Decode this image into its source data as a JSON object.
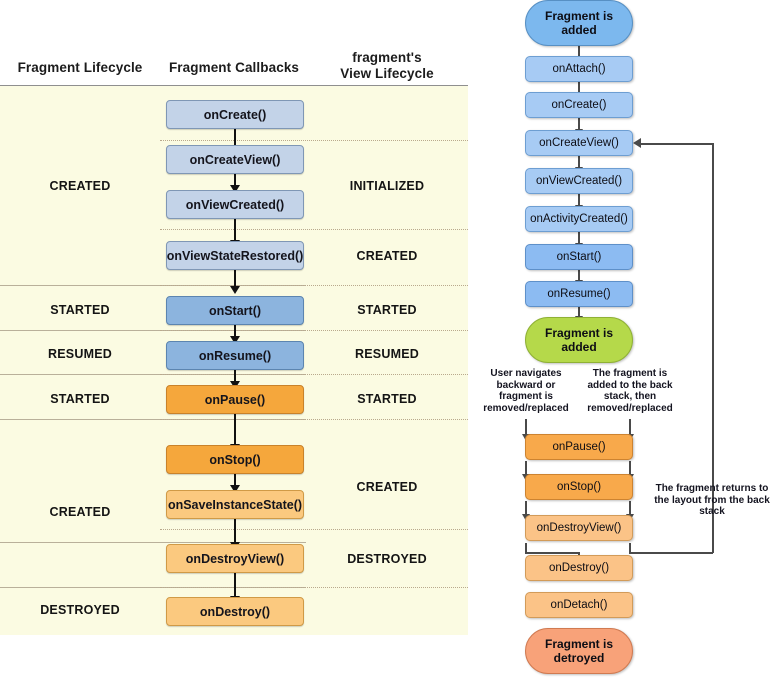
{
  "left_panel": {
    "headers": {
      "lifecycle": "Fragment Lifecycle",
      "callbacks": "Fragment Callbacks",
      "view_lifecycle_line1": "fragment's",
      "view_lifecycle_line2": "View Lifecycle"
    },
    "callbacks": [
      {
        "label": "onCreate()",
        "style": "blue-l"
      },
      {
        "label": "onCreateView()",
        "style": "blue-l"
      },
      {
        "label": "onViewCreated()",
        "style": "blue-l"
      },
      {
        "label": "onViewStateRestored()",
        "style": "blue-l"
      },
      {
        "label": "onStart()",
        "style": "blue-s"
      },
      {
        "label": "onResume()",
        "style": "blue-s"
      },
      {
        "label": "onPause()",
        "style": "org-s"
      },
      {
        "label": "onStop()",
        "style": "org-s"
      },
      {
        "label": "onSaveInstanceState()",
        "style": "org-l"
      },
      {
        "label": "onDestroyView()",
        "style": "org-l"
      },
      {
        "label": "onDestroy()",
        "style": "org-l"
      }
    ],
    "lifecycle_states": [
      {
        "label": "CREATED"
      },
      {
        "label": "STARTED"
      },
      {
        "label": "RESUMED"
      },
      {
        "label": "STARTED"
      },
      {
        "label": "CREATED"
      },
      {
        "label": "DESTROYED"
      }
    ],
    "view_states": [
      {
        "label": "INITIALIZED"
      },
      {
        "label": "CREATED"
      },
      {
        "label": "STARTED"
      },
      {
        "label": "RESUMED"
      },
      {
        "label": "STARTED"
      },
      {
        "label": "CREATED"
      },
      {
        "label": "DESTROYED"
      }
    ]
  },
  "right_flow": {
    "nodes": [
      {
        "label": "Fragment is added",
        "shape": "pill",
        "style": "f-bluedk"
      },
      {
        "label": "onAttach()",
        "shape": "rect",
        "style": "f-blue"
      },
      {
        "label": "onCreate()",
        "shape": "rect",
        "style": "f-blue"
      },
      {
        "label": "onCreateView()",
        "shape": "rect",
        "style": "f-blue"
      },
      {
        "label": "onViewCreated()",
        "shape": "rect",
        "style": "f-blue"
      },
      {
        "label": "onActivityCreated()",
        "shape": "rect",
        "style": "f-blue"
      },
      {
        "label": "onStart()",
        "shape": "rect",
        "style": "f-blue2"
      },
      {
        "label": "onResume()",
        "shape": "rect",
        "style": "f-blue2"
      },
      {
        "label": "Fragment is added",
        "shape": "pill",
        "style": "f-green"
      },
      {
        "label": "onPause()",
        "shape": "rect",
        "style": "f-org"
      },
      {
        "label": "onStop()",
        "shape": "rect",
        "style": "f-org"
      },
      {
        "label": "onDestroyView()",
        "shape": "rect",
        "style": "f-org2"
      },
      {
        "label": "onDestroy()",
        "shape": "rect",
        "style": "f-org2"
      },
      {
        "label": "onDetach()",
        "shape": "rect",
        "style": "f-org2"
      },
      {
        "label": "Fragment is detroyed",
        "shape": "pill",
        "style": "f-salmon"
      }
    ],
    "annotations": {
      "left_branch": "User navigates backward or fragment is removed/replaced",
      "right_branch": "The fragment is added to the back stack, then removed/replaced",
      "return_note": "The fragment returns to the layout from the back stack"
    }
  },
  "colors": {
    "panel_bg": "#fbfbe2",
    "blue_light": "#c3d3e8",
    "blue_strong": "#8cb4de",
    "orange_strong": "#f5a73c",
    "orange_light": "#fbc97f",
    "green": "#b5d94a",
    "salmon": "#f8a279"
  }
}
